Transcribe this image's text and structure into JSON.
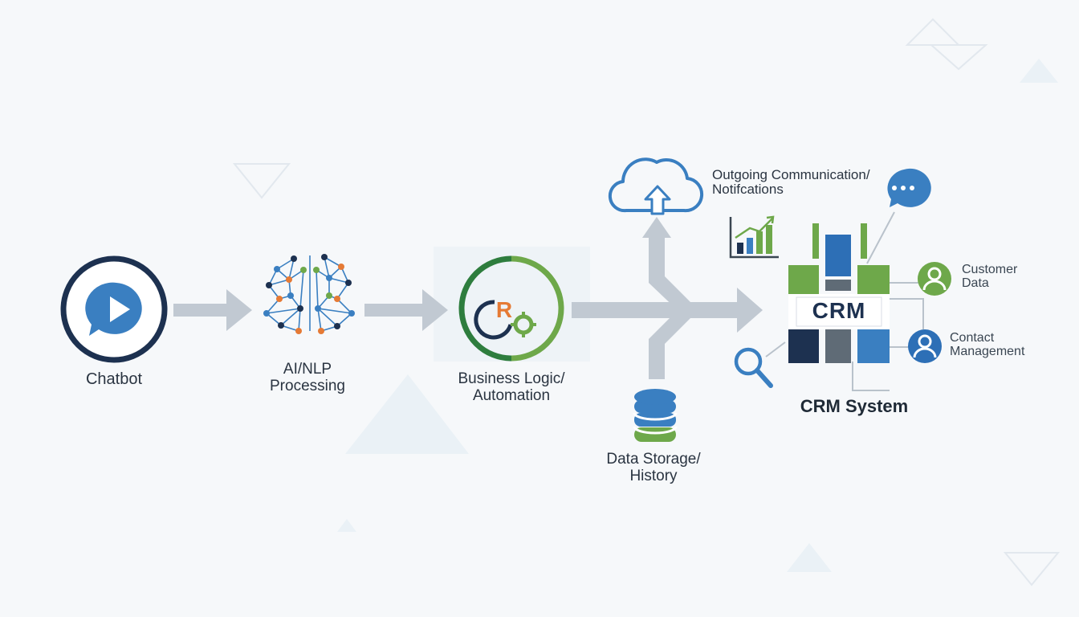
{
  "labels": {
    "chatbot": "Chatbot",
    "ai_nlp_line1": "AI/NLP",
    "ai_nlp_line2": "Processing",
    "business_line1": "Business Logic/",
    "business_line2": "Automation",
    "storage_line1": "Data Storage/",
    "storage_line2": "History",
    "outgoing_line1": "Outgoing Communication/",
    "outgoing_line2": "Notifcations",
    "crm_system": "CRM System",
    "crm_logo": "CRM",
    "customer_line1": "Customer",
    "customer_line2": "Data",
    "contact_line1": "Contact",
    "contact_line2": "Management",
    "logic_glyph": "R"
  },
  "icons": {
    "chatbot": "play-chat-bubble-icon",
    "ai": "neural-brain-icon",
    "logic": "gear-automation-icon",
    "cloud": "cloud-upload-icon",
    "database": "database-icon",
    "chat": "chat-bubble-icon",
    "chart": "bar-chart-icon",
    "search": "magnifier-icon",
    "user": "user-icon"
  },
  "colors": {
    "navy": "#1d3150",
    "blue": "#3a7fc1",
    "green": "#6ea84a",
    "dark_green": "#2e7d3e",
    "orange": "#e57a35",
    "arrow": "#c1c9d2",
    "text": "#2a3441"
  }
}
